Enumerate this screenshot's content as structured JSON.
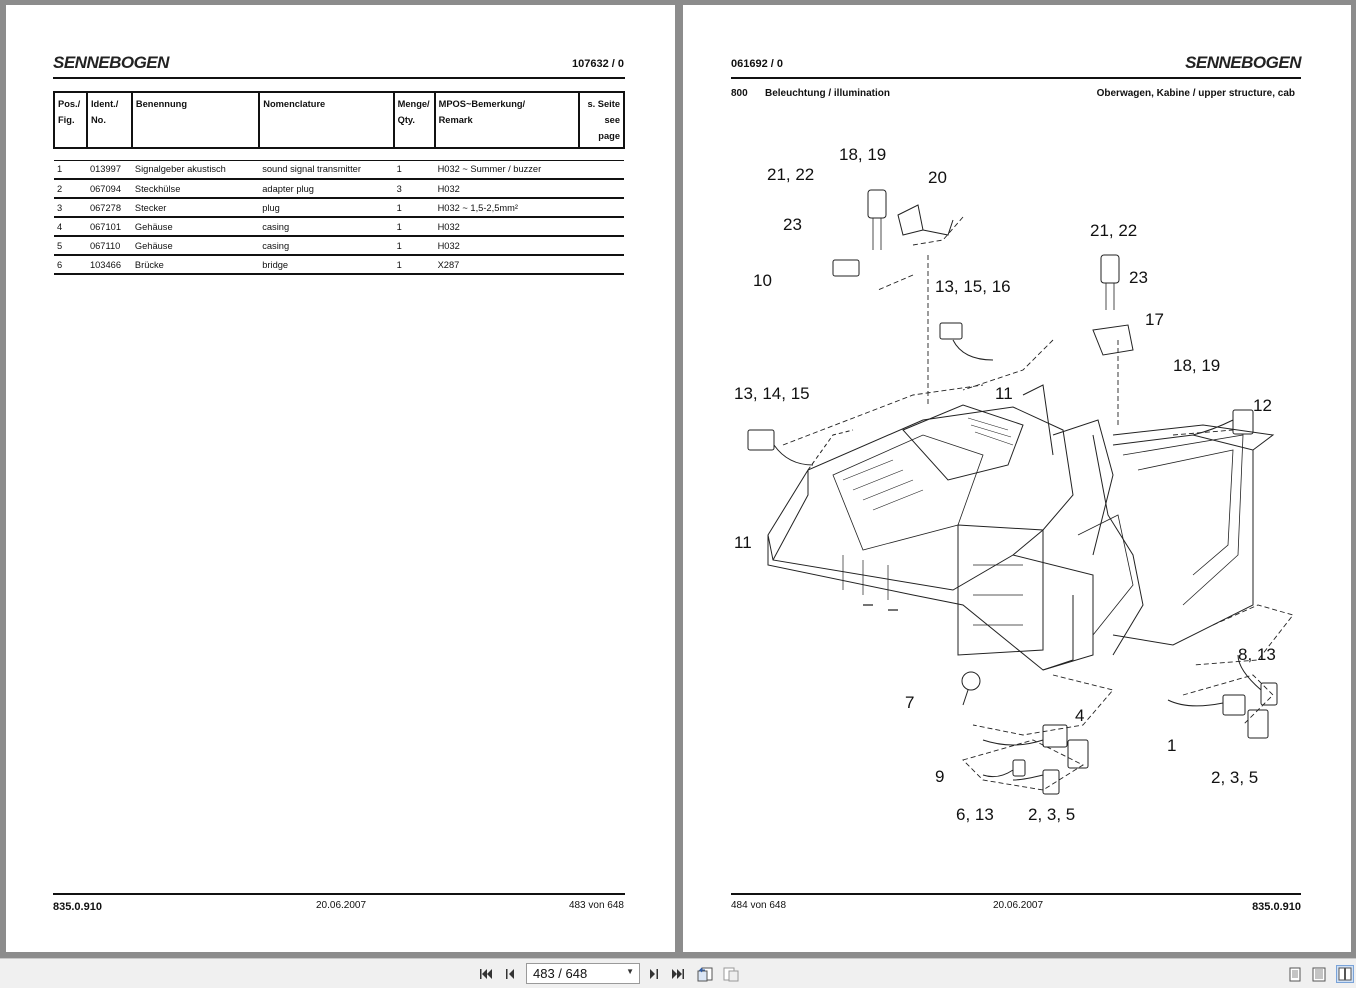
{
  "left_page": {
    "logo": "SENNEBOGEN",
    "doc_number": "107632 / 0",
    "table": {
      "headers": [
        {
          "l1": "Pos./",
          "l2": "Fig."
        },
        {
          "l1": "Ident./",
          "l2": "No."
        },
        {
          "l1": "Benennung",
          "l2": ""
        },
        {
          "l1": "Nomenclature",
          "l2": ""
        },
        {
          "l1": "Menge/",
          "l2": "Qty."
        },
        {
          "l1": "MPOS~Bemerkung/",
          "l2": "Remark"
        },
        {
          "l1": "s. Seite",
          "l2": "see page"
        }
      ],
      "rows": [
        {
          "pos": "1",
          "ident": "013997",
          "benennung": "Signalgeber akustisch",
          "nomenclature": "sound signal transmitter",
          "qty": "1",
          "remark": "H032 ~ Summer / buzzer",
          "page": ""
        },
        {
          "pos": "2",
          "ident": "067094",
          "benennung": "Steckhülse",
          "nomenclature": "adapter plug",
          "qty": "3",
          "remark": "H032",
          "page": ""
        },
        {
          "pos": "3",
          "ident": "067278",
          "benennung": "Stecker",
          "nomenclature": "plug",
          "qty": "1",
          "remark": "H032 ~ 1,5-2,5mm²",
          "page": ""
        },
        {
          "pos": "4",
          "ident": "067101",
          "benennung": "Gehäuse",
          "nomenclature": "casing",
          "qty": "1",
          "remark": "H032",
          "page": ""
        },
        {
          "pos": "5",
          "ident": "067110",
          "benennung": "Gehäuse",
          "nomenclature": "casing",
          "qty": "1",
          "remark": "H032",
          "page": ""
        },
        {
          "pos": "6",
          "ident": "103466",
          "benennung": "Brücke",
          "nomenclature": "bridge",
          "qty": "1",
          "remark": "X287",
          "page": ""
        }
      ]
    },
    "footer": {
      "doc": "835.0.910",
      "date": "20.06.2007",
      "page": "483 von 648"
    }
  },
  "right_page": {
    "logo": "SENNEBOGEN",
    "doc_number": "061692 / 0",
    "group_code": "800",
    "group_title": "Beleuchtung / illumination",
    "section": "Oberwagen, Kabine / upper structure, cab",
    "callouts": [
      "18, 19",
      "21, 22",
      "20",
      "23",
      "10",
      "21, 22",
      "23",
      "17",
      "13, 15, 16",
      "18, 19",
      "12",
      "13, 14, 15",
      "11",
      "11",
      "8, 13",
      "4",
      "7",
      "1",
      "9",
      "2, 3, 5",
      "6, 13",
      "2, 3, 5"
    ],
    "footer": {
      "page": "484 von 648",
      "date": "20.06.2007",
      "doc": "835.0.910"
    }
  },
  "toolbar": {
    "page_display": "483 / 648",
    "icons": [
      "first-page-icon",
      "prev-page-icon",
      "next-page-icon",
      "last-page-icon",
      "history-back-icon",
      "history-forward-icon",
      "single-page-view-icon",
      "continuous-view-icon",
      "two-page-view-icon"
    ]
  }
}
